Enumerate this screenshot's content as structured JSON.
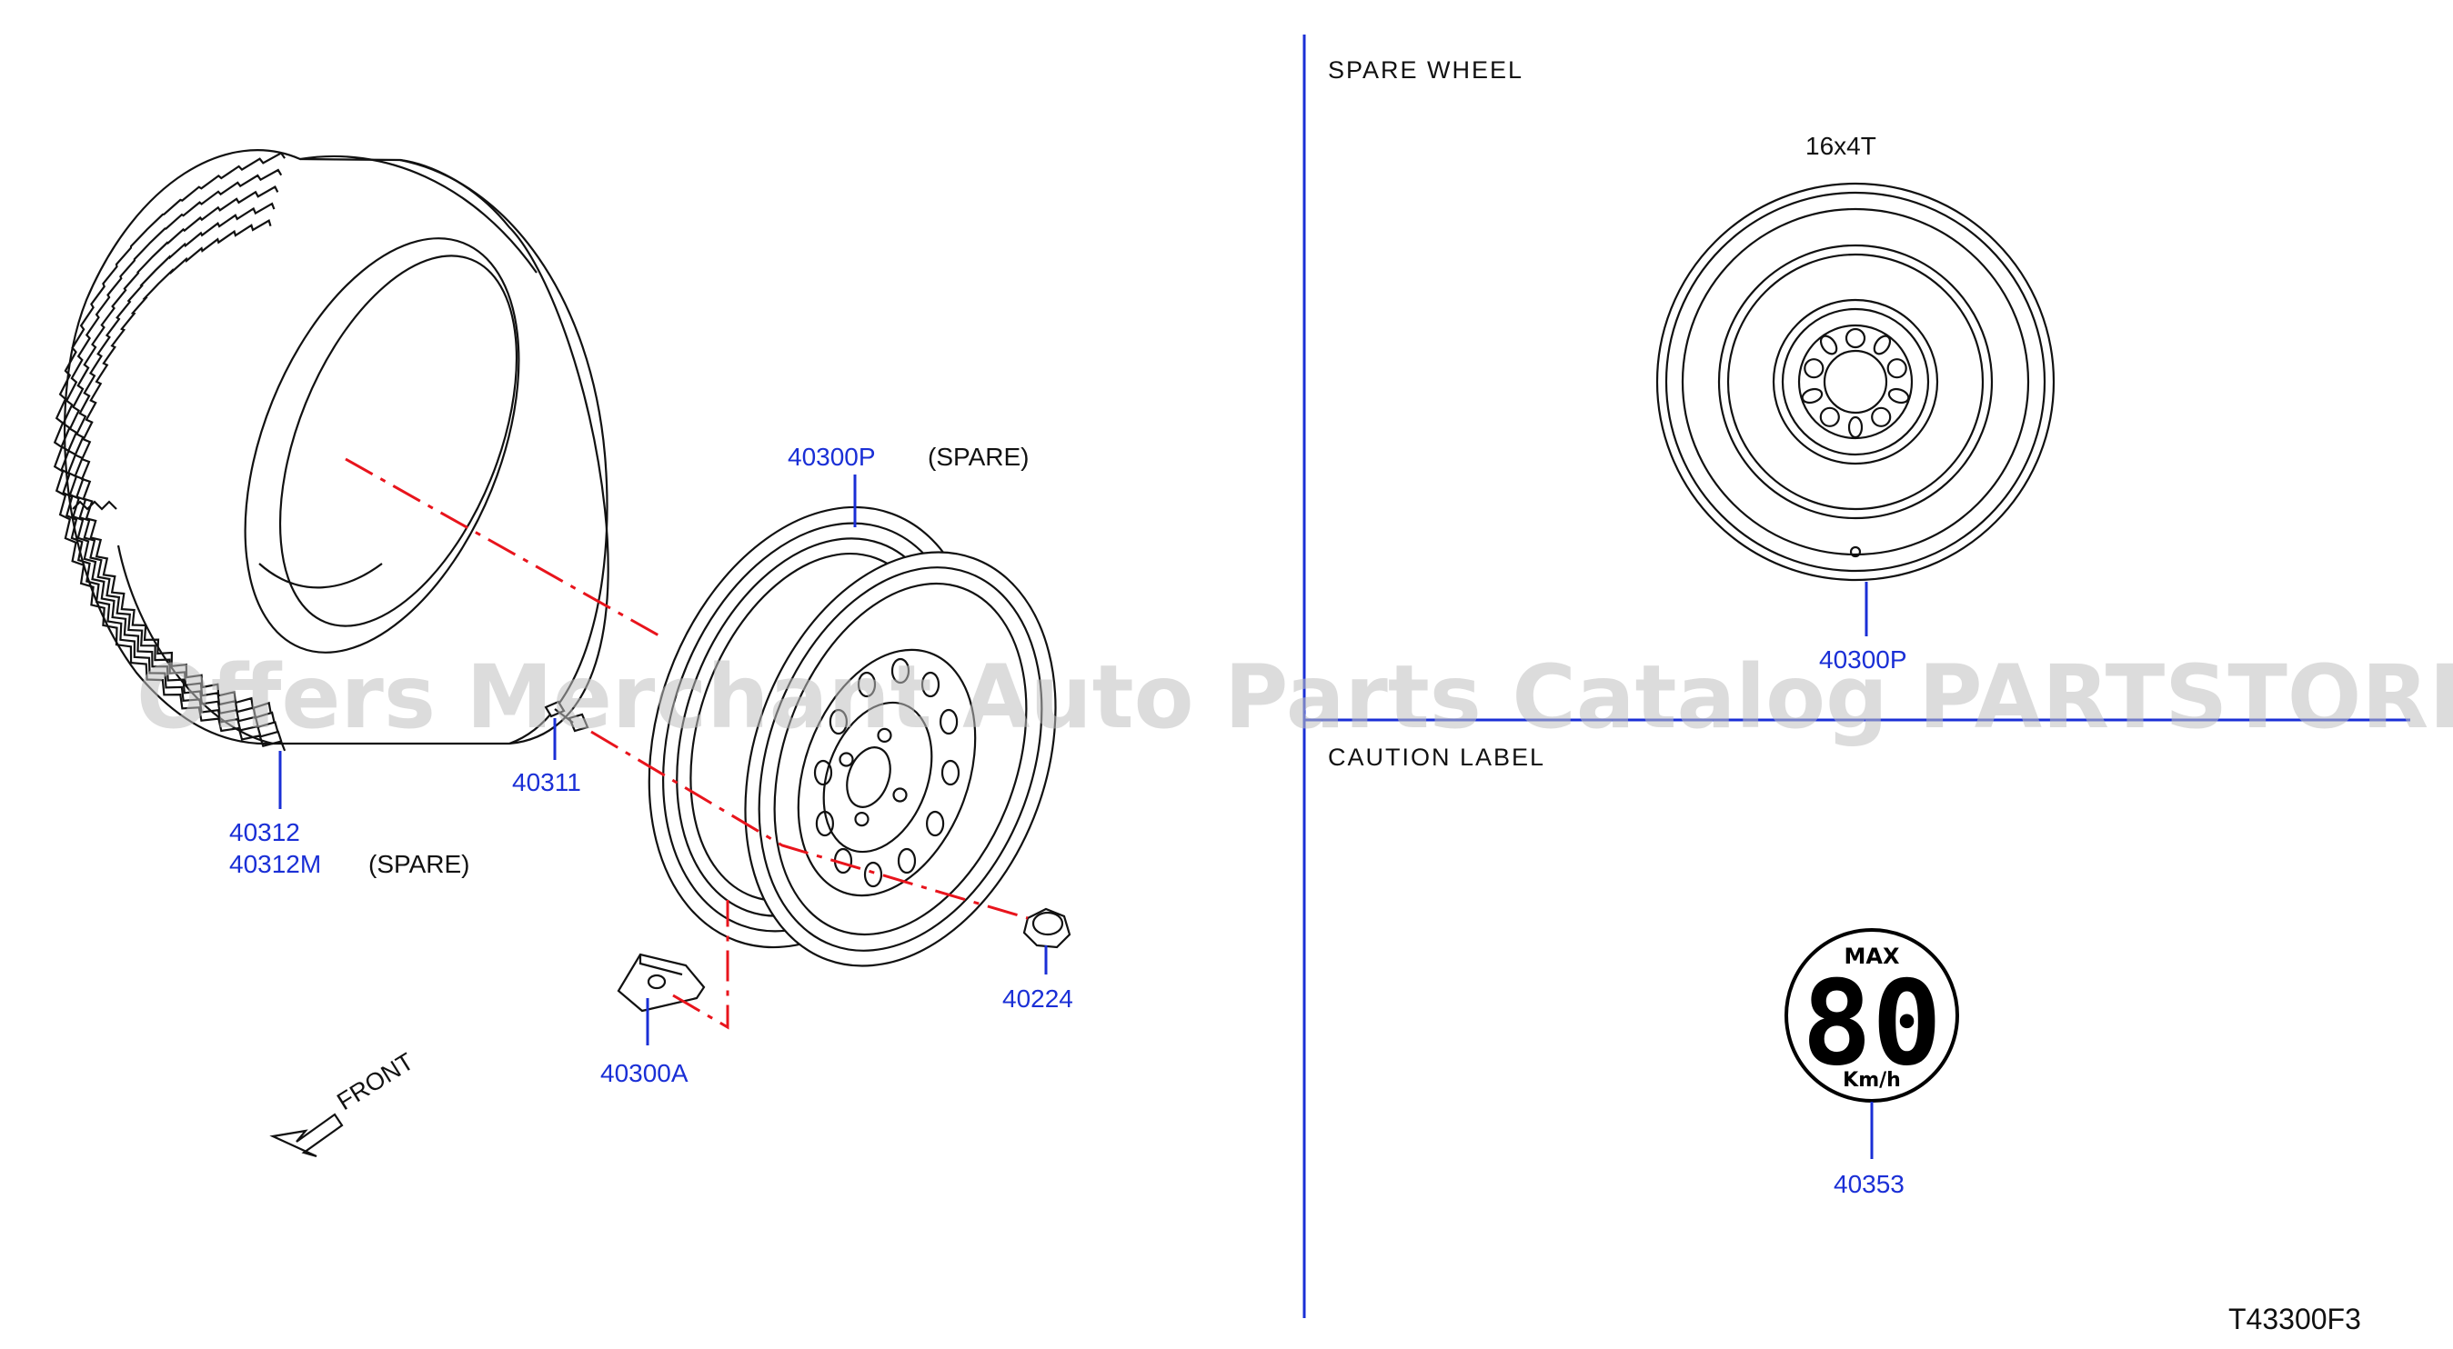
{
  "sections": {
    "spare_wheel_title": "SPARE   WHEEL",
    "caution_label_title": "CAUTION   LABEL"
  },
  "spare_wheel": {
    "size_label": "16x4T",
    "part_number": "40300P"
  },
  "parts": {
    "tire": {
      "number_1": "40312",
      "number_2": "40312M",
      "note": "(SPARE)"
    },
    "wheel": {
      "number": "40300P",
      "note": "(SPARE)"
    },
    "valve": {
      "number": "40311"
    },
    "sensor": {
      "number": "40300A"
    },
    "nut": {
      "number": "40224"
    },
    "caution_label": {
      "number": "40353"
    }
  },
  "caution_label": {
    "max_text": "MAX",
    "speed": "80",
    "unit": "Km/h"
  },
  "front_label": "FRONT",
  "reference_code": "T43300F3",
  "watermark": "Offers Merchant Auto Parts Catalog PARTSTORE.SA",
  "colors": {
    "part_number": "#1a2fd6",
    "divider": "#1a2fd6",
    "centerline": "#e8141c",
    "linework": "#111111"
  }
}
